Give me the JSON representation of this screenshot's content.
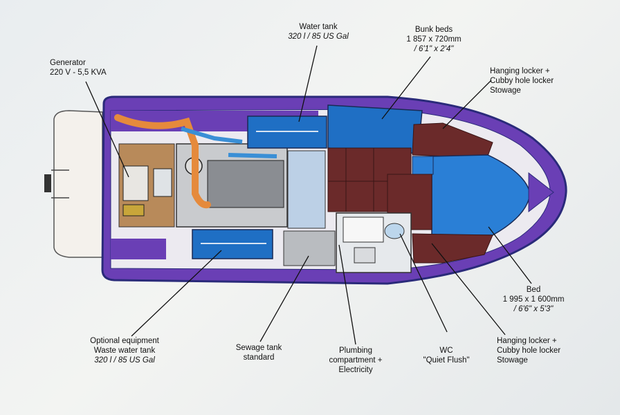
{
  "labels": {
    "generator": {
      "line1": "Generator",
      "line2": "220 V - 5,5 KVA"
    },
    "water_tank": {
      "line1": "Water tank",
      "line2": "320 l / 85 US Gal"
    },
    "bunk_beds": {
      "line1": "Bunk beds",
      "line2": "1 857 x 720mm",
      "line3": "/ 6'1\" x 2'4\""
    },
    "hanging_locker_top": {
      "line1": "Hanging locker +",
      "line2": "Cubby hole locker",
      "line3": "Stowage"
    },
    "bed": {
      "line1": "Bed",
      "line2": "1 995 x 1 600mm",
      "line3": "/ 6'6\" x 5'3\""
    },
    "hanging_locker_bottom": {
      "line1": "Hanging locker +",
      "line2": "Cubby hole locker",
      "line3": "Stowage"
    },
    "wc": {
      "line1": "WC",
      "line2": "\"Quiet Flush\""
    },
    "plumbing": {
      "line1": "Plumbing",
      "line2": "compartment +",
      "line3": "Electricity"
    },
    "sewage": {
      "line1": "Sewage tank",
      "line2": "standard"
    },
    "waste_water": {
      "line1": "Optional equipment",
      "line2": "Waste water tank",
      "line3": "320 l / 85 US Gal"
    }
  },
  "colors": {
    "hull_outline": "#2a2a7a",
    "deck_purple": "#6a3fb5",
    "cabin_blue": "#1f6fc4",
    "bed_blue": "#2a7fd6",
    "wood_brown": "#6b2a2a",
    "engine_gray": "#b9bcc0",
    "pipe_orange": "#e58a3c",
    "platform_white": "#f4f1ec",
    "tan": "#b88a5a"
  }
}
